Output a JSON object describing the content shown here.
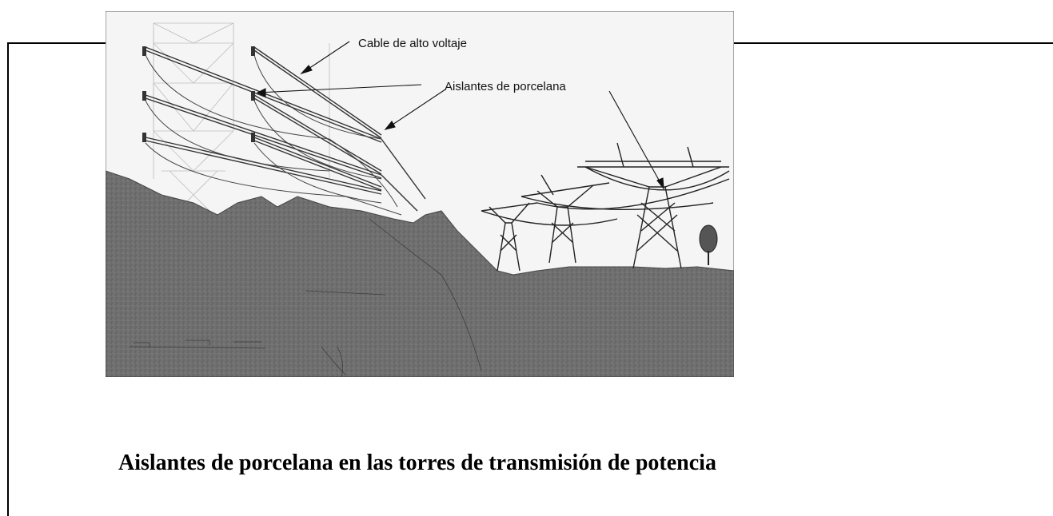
{
  "figure": {
    "labels": {
      "cable": "Cable de alto voltaje",
      "insulators": "Aislantes de porcelana"
    }
  },
  "caption": "Aislantes de porcelana en las torres de transmisión de potencia",
  "colors": {
    "ground": "#6e6e6e",
    "sky": "#f4f4f4",
    "ink": "#111111"
  }
}
